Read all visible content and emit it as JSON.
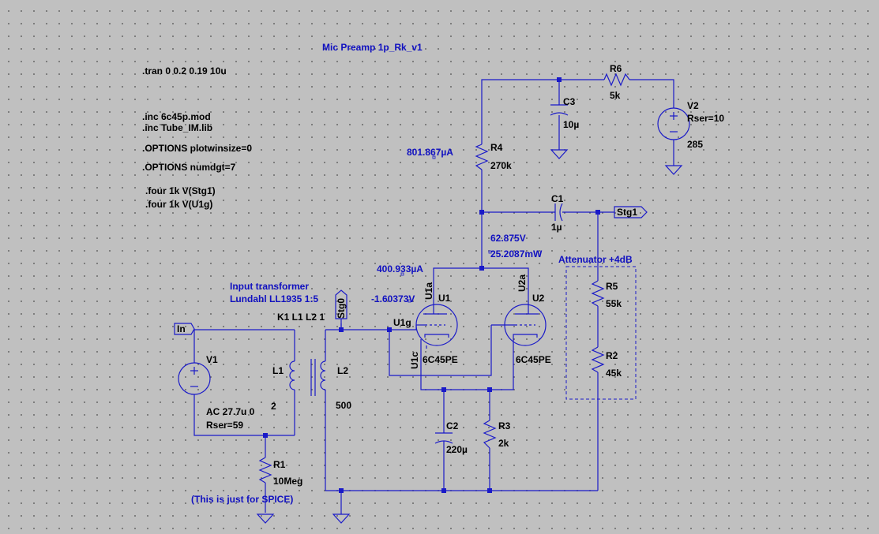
{
  "title": "Mic Preamp 1p_Rk_v1",
  "directives": [
    ".tran 0 0.2 0.19 10u",
    ".inc 6c45p.mod",
    ".inc Tube_IM.lib",
    ".OPTIONS plotwinsize=0",
    ".OPTIONS numdgt=7",
    ".four 1k V(Stg1)",
    ".four 1k V(U1g)"
  ],
  "comments": {
    "input_transformer_1": "Input transformer",
    "input_transformer_2": "Lundahl LL1935 1:5",
    "coupling": "K1 L1 L2 1",
    "attenuator": "Attenuator +4dB",
    "spice_note": "(This is just for SPICE)"
  },
  "nets": {
    "in": "In",
    "stg0": "Stg0",
    "stg1": "Stg1",
    "u1g": "U1g",
    "u1a": "U1a",
    "u1c": "U1c",
    "u2a": "U2a"
  },
  "components": {
    "r6": {
      "name": "R6",
      "value": "5k"
    },
    "c3": {
      "name": "C3",
      "value": "10µ"
    },
    "v2": {
      "name": "V2",
      "value": "285",
      "extra": "Rser=10"
    },
    "r4": {
      "name": "R4",
      "value": "270k"
    },
    "c1": {
      "name": "C1",
      "value": "1µ"
    },
    "r5": {
      "name": "R5",
      "value": "55k"
    },
    "r2": {
      "name": "R2",
      "value": "45k"
    },
    "u1": {
      "name": "U1",
      "value": "6C45PE"
    },
    "u2": {
      "name": "U2",
      "value": "6C45PE"
    },
    "v1": {
      "name": "V1",
      "value": "AC 27.7u 0",
      "extra": "Rser=59"
    },
    "l1": {
      "name": "L1",
      "value": "2"
    },
    "l2": {
      "name": "L2",
      "value": "500"
    },
    "c2": {
      "name": "C2",
      "value": "220µ"
    },
    "r3": {
      "name": "R3",
      "value": "2k"
    },
    "r1": {
      "name": "R1",
      "value": "10Meg"
    }
  },
  "op_point": {
    "r4_current": "801.867µA",
    "plate_voltage": "62.875V",
    "plate_power": "25.2087mW",
    "tube_current": "400.933µA",
    "grid_voltage": "-1.60373V"
  },
  "colors": {
    "wire": "#1a1ac8",
    "annotation": "#1010c0",
    "background": "#c0c0c0"
  }
}
